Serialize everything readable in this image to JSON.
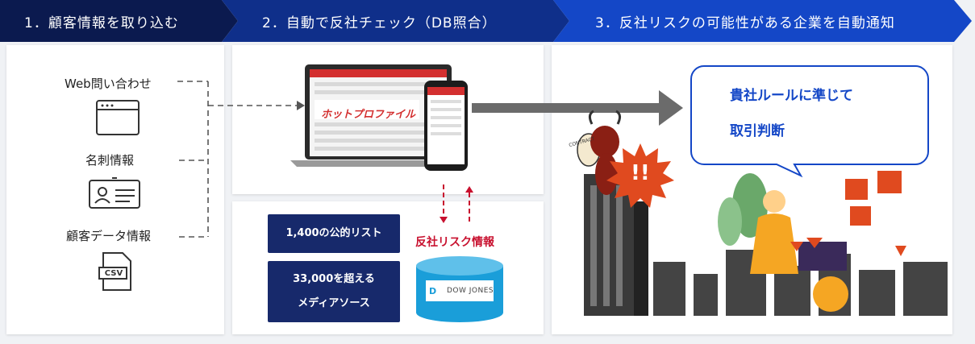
{
  "steps": [
    {
      "label": "1．顧客情報を取り込む"
    },
    {
      "label": "2．自動で反社チェック（DB照合）"
    },
    {
      "label": "3．反社リスクの可能性がある企業を自動通知"
    }
  ],
  "colors": {
    "step1": "#0b1a4f",
    "step2": "#0f2f8a",
    "step3": "#1447c7",
    "navy": "#17296b",
    "red": "#c8102e",
    "db": "#1a9ed9",
    "gray_arrow": "#6b6b6b"
  },
  "inputs": [
    {
      "label": "Web問い合わせ",
      "icon": "browser-window-icon"
    },
    {
      "label": "名刺情報",
      "icon": "business-card-icon"
    },
    {
      "label": "顧客データ情報",
      "icon": "csv-file-icon"
    }
  ],
  "csv_icon_text": "CSV",
  "product": {
    "brand": "ホットプロファイル"
  },
  "sources": {
    "public_list": "1,400の公的リスト",
    "media_line1": "33,000を超える",
    "media_line2": "メディアソース"
  },
  "db": {
    "label": "反社リスク情報",
    "provider": "DOW JONES",
    "badge": "D"
  },
  "notification": {
    "line1": "貴社ルールに準じて",
    "line2": "取引判断"
  },
  "alert": {
    "mark": "!!",
    "contract": "CONTRACT"
  }
}
